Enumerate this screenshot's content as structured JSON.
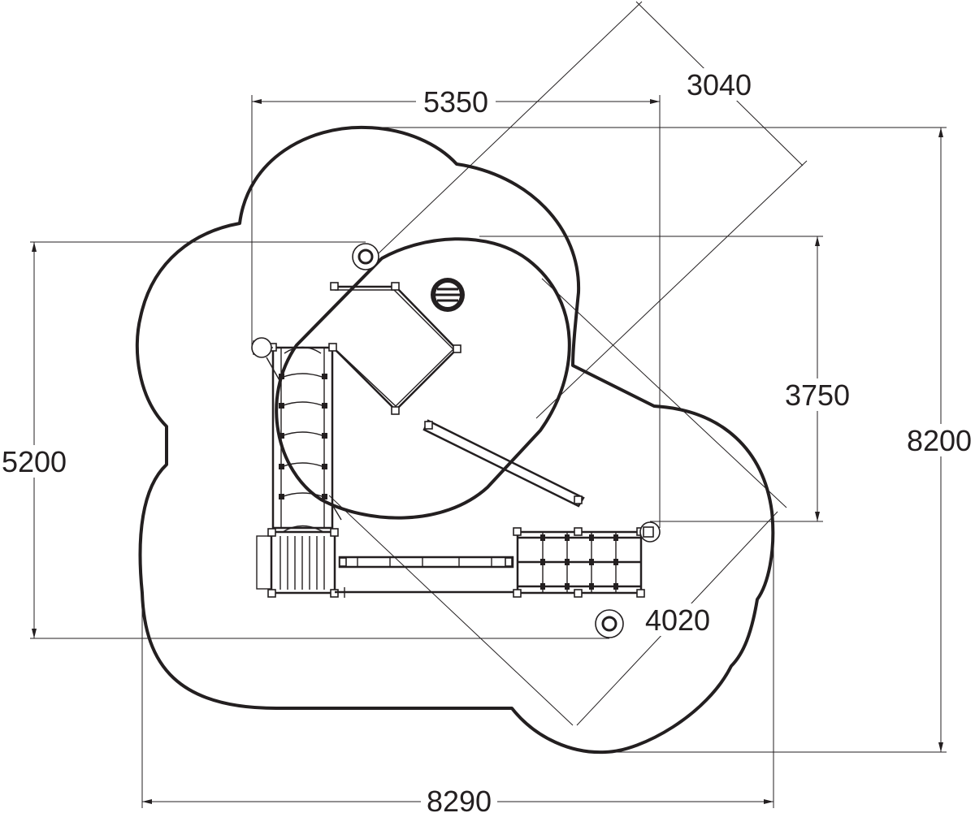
{
  "diagram": {
    "dimensions": {
      "top_width": "5350",
      "diagonal_width": "3040",
      "right_height_inner": "3750",
      "right_height_total": "8200",
      "left_height": "5200",
      "diagonal_length": "4020",
      "bottom_width": "8290"
    },
    "colors": {
      "line": "#231f20",
      "background": "#ffffff"
    }
  }
}
